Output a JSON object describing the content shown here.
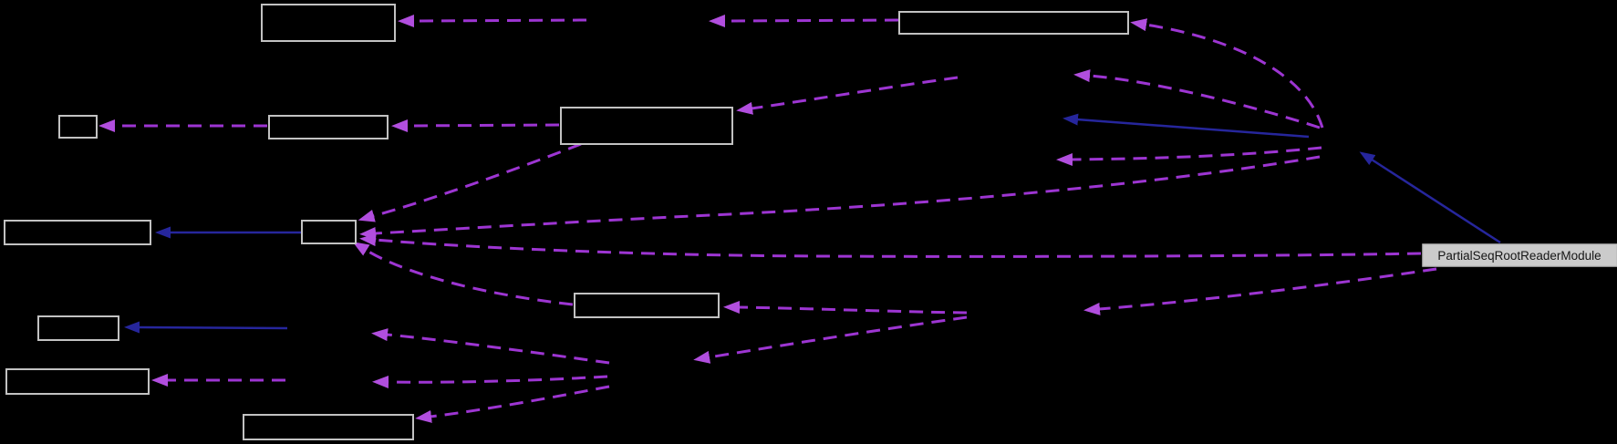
{
  "diagram": {
    "type": "collaboration-graph",
    "background_color": "#000000",
    "main_node": {
      "label": "PartialSeqRootReaderModule",
      "fill_color": "#CBCBCB",
      "text_color": "#161616"
    },
    "box_border_color": "#C2C2C2",
    "box_fill_color": "#000000",
    "unlabeled_box_count": 11,
    "edge_colors": {
      "dashed_usage_edge": "#9D35D2",
      "solid_edge": "#26269C"
    },
    "dashed_edge_count": 19,
    "solid_edge_count": 4
  }
}
